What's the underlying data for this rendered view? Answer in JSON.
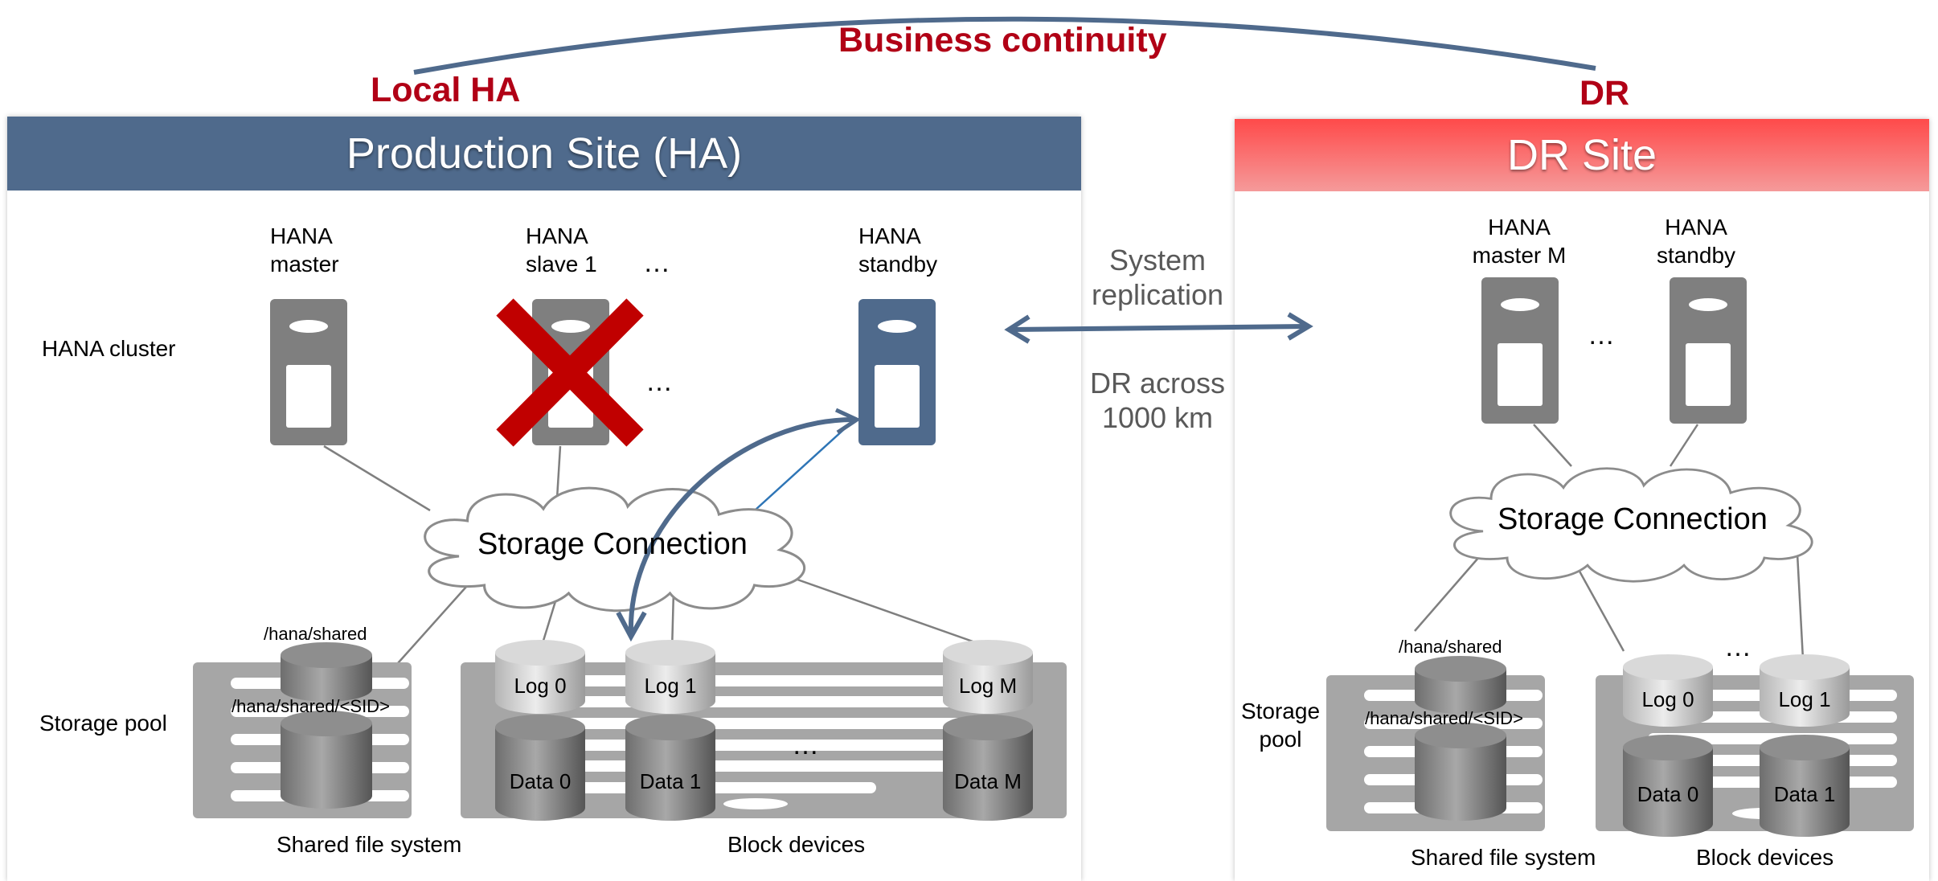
{
  "top": {
    "business_continuity": "Business continuity",
    "local_ha": "Local HA",
    "dr": "DR"
  },
  "middle": {
    "system_replication": "System replication",
    "dr_distance": "DR across 1000 km"
  },
  "production": {
    "title": "Production Site (HA)",
    "cluster_label": "HANA cluster",
    "nodes": [
      {
        "label": "HANA master",
        "state": "active"
      },
      {
        "label": "HANA slave 1",
        "state": "failed"
      },
      {
        "label": "HANA standby",
        "state": "standby"
      }
    ],
    "ellipsis": "…",
    "storage_connection": "Storage Connection",
    "storage_pool_label": "Storage pool",
    "shared_path": "/hana/shared",
    "shared_sid_path": "/hana/shared/<SID>",
    "logs": [
      "Log 0",
      "Log 1",
      "Log M"
    ],
    "data": [
      "Data 0",
      "Data 1",
      "Data M"
    ],
    "shared_fs_label": "Shared file system",
    "block_devices_label": "Block devices"
  },
  "dr_site": {
    "title": "DR Site",
    "nodes": [
      {
        "label": "HANA master M"
      },
      {
        "label": "HANA standby"
      }
    ],
    "ellipsis": "…",
    "storage_connection": "Storage Connection",
    "storage_pool_label": "Storage pool",
    "shared_path": "/hana/shared",
    "shared_sid_path": "/hana/shared/<SID>",
    "logs": [
      "Log 0",
      "Log 1"
    ],
    "data": [
      "Data 0",
      "Data 1"
    ],
    "shared_fs_label": "Shared file system",
    "block_devices_label": "Block devices"
  },
  "colors": {
    "production_header": "#4f6a8c",
    "dr_header_top": "#ff4a4a",
    "dr_header_bottom": "#f08a8a",
    "accent_red": "#b10016",
    "server_gray": "#7f7f7f",
    "standby_blue": "#4f6a8c",
    "arrow_blue": "#4f6a8c",
    "failure_x": "#c00000"
  },
  "icons": {
    "server": "server-icon",
    "failure": "red-x-icon",
    "cloud": "cloud-icon",
    "disk": "cylinder-disk-icon"
  }
}
